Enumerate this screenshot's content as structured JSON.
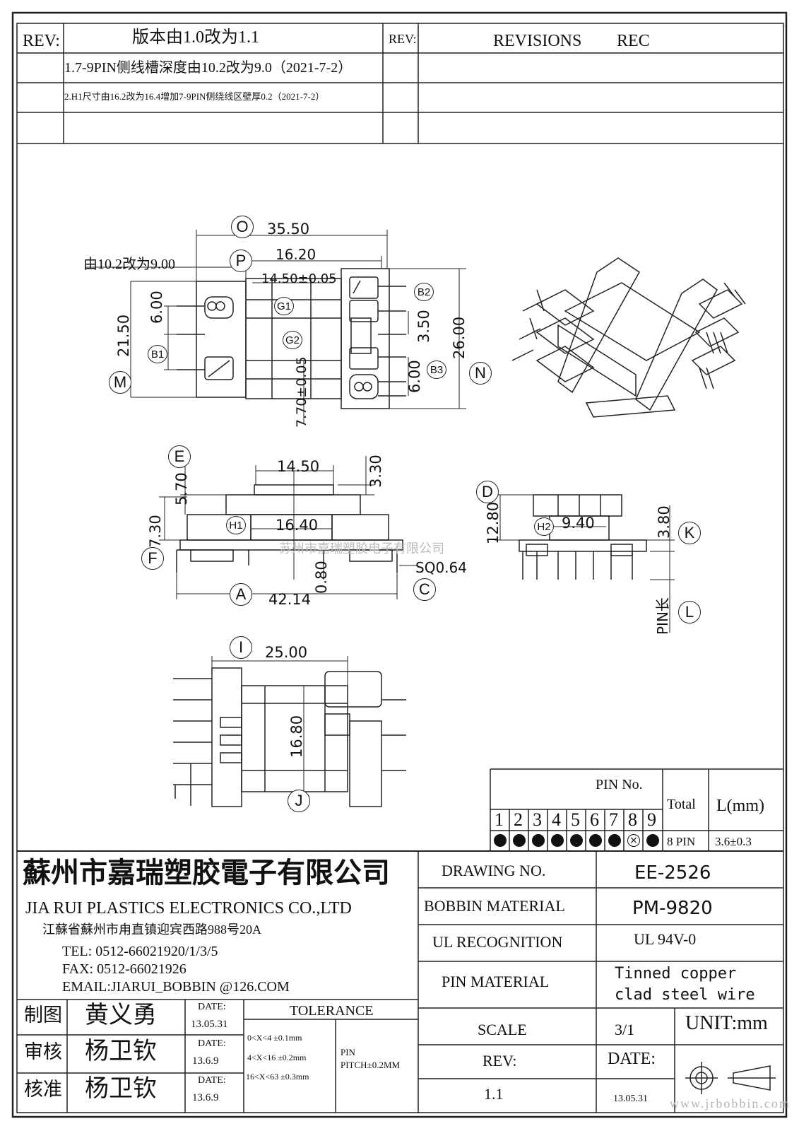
{
  "revision_block": {
    "rev_label": "REV:",
    "rev_change_title": "版本由1.0改为1.1",
    "rev_label_2": "REV:",
    "revisions_label": "REVISIONS",
    "rec_label": "REC",
    "change_1": "1.7-9PIN侧线槽深度由10.2改为9.0（2021-7-2）",
    "change_2": "2.H1尺寸由16.2改为16.4增加7-9PIN侧绕线区壁厚0.2（2021-7-2）"
  },
  "top_view": {
    "dim_O_label": "O",
    "dim_O": "35.50",
    "note_change": "由10.2改为9.00",
    "dim_P_label": "P",
    "dim_P": "16.20",
    "dim_tol": "14.50±0.05",
    "G1": "G1",
    "G2": "G2",
    "B1": "B1",
    "B2": "B2",
    "B3": "B3",
    "M": "M",
    "N": "N",
    "dim_21_50": "21.50",
    "dim_6_00_left": "6.00",
    "dim_3_50": "3.50",
    "dim_6_00_right": "6.00",
    "dim_26_00": "26.00",
    "dim_7_70": "7.70±0.05"
  },
  "side_view": {
    "E": "E",
    "F": "F",
    "H1": "H1",
    "A": "A",
    "C": "C",
    "dim_14_50": "14.50",
    "dim_3_30": "3.30",
    "dim_5_70": "5.70",
    "dim_7_30": "7.30",
    "dim_16_40": "16.40",
    "dim_0_80": "0.80",
    "dim_sq": "SQ0.64",
    "dim_42_14": "42.14"
  },
  "end_view": {
    "D": "D",
    "H2": "H2",
    "K": "K",
    "L": "L",
    "dim_12_80": "12.80",
    "dim_9_40": "9.40",
    "dim_3_80": "3.80",
    "pin_len": "PIN长"
  },
  "bottom_view": {
    "I": "I",
    "J": "J",
    "dim_25_00": "25.00",
    "dim_16_80": "16.80"
  },
  "watermark_center": "苏州市嘉瑞塑胶电子有限公司",
  "pin_table": {
    "header": "PIN No.",
    "total_label": "Total",
    "length_label": "L(mm)",
    "numbers": [
      "1",
      "2",
      "3",
      "4",
      "5",
      "6",
      "7",
      "8",
      "9"
    ],
    "states": [
      "filled",
      "filled",
      "filled",
      "filled",
      "filled",
      "filled",
      "filled",
      "x",
      "filled"
    ],
    "total_value": "8 PIN",
    "length_value": "3.6±0.3"
  },
  "company": {
    "name_cn": "蘇州市嘉瑞塑胶電子有限公司",
    "name_en": "JIA RUI PLASTICS ELECTRONICS CO.,LTD",
    "address": "江蘇省蘇州市甪直镇迎宾西路988号20A",
    "tel": "TEL: 0512-66021920/1/3/5",
    "fax": "FAX: 0512-66021926",
    "email": "EMAIL:JIARUI_BOBBIN @126.COM"
  },
  "spec": {
    "drawing_no_label": "DRAWING  NO.",
    "drawing_no": "EE-2526",
    "material_label": "BOBBIN  MATERIAL",
    "material": "PM-9820",
    "ul_label": "UL RECOGNITION",
    "ul": "UL 94V-0",
    "pin_material_label": "PIN MATERIAL",
    "pin_material_1": "Tinned copper",
    "pin_material_2": "clad steel wire"
  },
  "signoff": {
    "drawn_label": "制图",
    "drawn_by": "黄义勇",
    "drawn_date_label": "DATE:",
    "drawn_date": "13.05.31",
    "check_label": "审核",
    "check_by": "杨卫钦",
    "check_date_label": "DATE:",
    "check_date": "13.6.9",
    "approve_label": "核准",
    "approve_by": "杨卫钦",
    "approve_date_label": "DATE:",
    "approve_date": "13.6.9"
  },
  "tolerance": {
    "title": "TOLERANCE",
    "row1": "0<X<4  ±0.1mm",
    "row2": "4<X<16 ±0.2mm",
    "row3": "16<X<63 ±0.3mm",
    "pin_label": "PIN",
    "pitch": "PITCH±0.2MM"
  },
  "footer": {
    "scale_label": "SCALE",
    "scale": "3/1",
    "unit": "UNIT:mm",
    "rev_label": "REV:",
    "rev": "1.1",
    "date_label": "DATE:",
    "date": "13.05.31",
    "website": "www.jrbobbin.com"
  },
  "colors": {
    "line": "#222222",
    "watermark": "#bcbcbc"
  }
}
